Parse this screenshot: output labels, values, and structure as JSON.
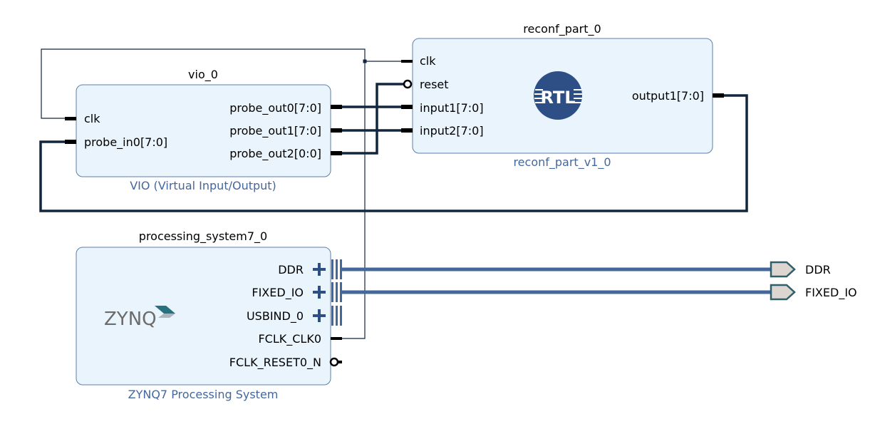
{
  "colors": {
    "block_fill": "#eaf4fd",
    "block_stroke": "#5b7fae",
    "subtitle": "#44679c",
    "wire": "#12263d",
    "bus": "#44679c",
    "port_fill": "#ddd6d0",
    "port_stroke": "#2f5f6a",
    "rtl_badge": "#2d4f86"
  },
  "blocks": {
    "vio": {
      "instance_name": "vio_0",
      "ip_name": "VIO (Virtual Input/Output)",
      "pins_left": [
        "clk",
        "probe_in0[7:0]"
      ],
      "pins_right": [
        "probe_out0[7:0]",
        "probe_out1[7:0]",
        "probe_out2[0:0]"
      ]
    },
    "reconf": {
      "instance_name": "reconf_part_0",
      "ip_name": "reconf_part_v1_0",
      "pins_left": [
        "clk",
        "reset",
        "input1[7:0]",
        "input2[7:0]"
      ],
      "pins_right": [
        "output1[7:0]"
      ],
      "badge_text": "RTL"
    },
    "ps7": {
      "instance_name": "processing_system7_0",
      "ip_name": "ZYNQ7 Processing System",
      "logo_text": "ZYNQ",
      "pins_right": [
        "DDR",
        "FIXED_IO",
        "USBIND_0",
        "FCLK_CLK0",
        "FCLK_RESET0_N"
      ]
    }
  },
  "external_ports": [
    "DDR",
    "FIXED_IO"
  ],
  "icons": {
    "expand": "plus-icon",
    "rtl": "rtl-badge-icon",
    "zynq": "zynq-logo-icon",
    "port": "external-port-icon",
    "inverted": "inverted-pin-bubble-icon"
  }
}
